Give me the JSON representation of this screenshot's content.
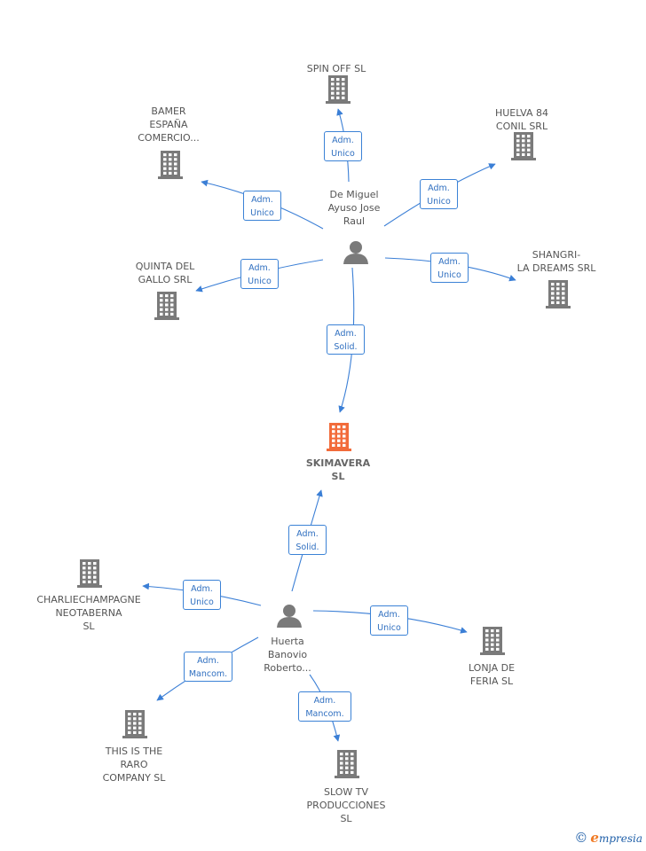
{
  "colors": {
    "edge": "#3b7fd6",
    "company": "#7a7a7a",
    "focus_company": "#f26b3a",
    "person": "#7a7a7a"
  },
  "companies": [
    {
      "id": "spin",
      "label": "SPIN OFF SL",
      "icon": "building-icon"
    },
    {
      "id": "huelva",
      "label": "HUELVA 84\nCONIL SRL",
      "icon": "building-icon"
    },
    {
      "id": "bamer",
      "label": "BAMER\nESPAÑA\nCOMERCIO...",
      "icon": "building-icon"
    },
    {
      "id": "quinta",
      "label": "QUINTA DEL\nGALLO SRL",
      "icon": "building-icon"
    },
    {
      "id": "shangri",
      "label": "SHANGRI-\nLA DREAMS SRL",
      "icon": "building-icon"
    },
    {
      "id": "skimavera",
      "label": "SKIMAVERA\nSL",
      "icon": "building-icon",
      "focus": true
    },
    {
      "id": "charlie",
      "label": "CHARLIECHAMPAGNE\nNEOTABERNA\nSL",
      "icon": "building-icon"
    },
    {
      "id": "lonja",
      "label": "LONJA DE\nFERIA  SL",
      "icon": "building-icon"
    },
    {
      "id": "thisis",
      "label": "THIS IS THE\nRARO\nCOMPANY  SL",
      "icon": "building-icon"
    },
    {
      "id": "slowtv",
      "label": "SLOW TV\nPRODUCCIONES\nSL",
      "icon": "building-icon"
    }
  ],
  "people": [
    {
      "id": "demiguel",
      "label": "De Miguel\nAyuso Jose\nRaul",
      "icon": "person-icon"
    },
    {
      "id": "huerta",
      "label": "Huerta\nBanovio\nRoberto...",
      "icon": "person-icon"
    }
  ],
  "relations": [
    {
      "from": "demiguel",
      "to": "spin",
      "label": "Adm.\nUnico"
    },
    {
      "from": "demiguel",
      "to": "huelva",
      "label": "Adm.\nUnico"
    },
    {
      "from": "demiguel",
      "to": "bamer",
      "label": "Adm.\nUnico"
    },
    {
      "from": "demiguel",
      "to": "quinta",
      "label": "Adm.\nUnico"
    },
    {
      "from": "demiguel",
      "to": "shangri",
      "label": "Adm.\nUnico"
    },
    {
      "from": "demiguel",
      "to": "skimavera",
      "label": "Adm.\nSolid."
    },
    {
      "from": "huerta",
      "to": "skimavera",
      "label": "Adm.\nSolid."
    },
    {
      "from": "huerta",
      "to": "charlie",
      "label": "Adm.\nUnico"
    },
    {
      "from": "huerta",
      "to": "lonja",
      "label": "Adm.\nUnico"
    },
    {
      "from": "huerta",
      "to": "thisis",
      "label": "Adm.\nMancom."
    },
    {
      "from": "huerta",
      "to": "slowtv",
      "label": "Adm.\nMancom."
    }
  ],
  "watermark": {
    "copyright": "©",
    "brand_initial": "e",
    "brand_rest": "mpresia"
  }
}
